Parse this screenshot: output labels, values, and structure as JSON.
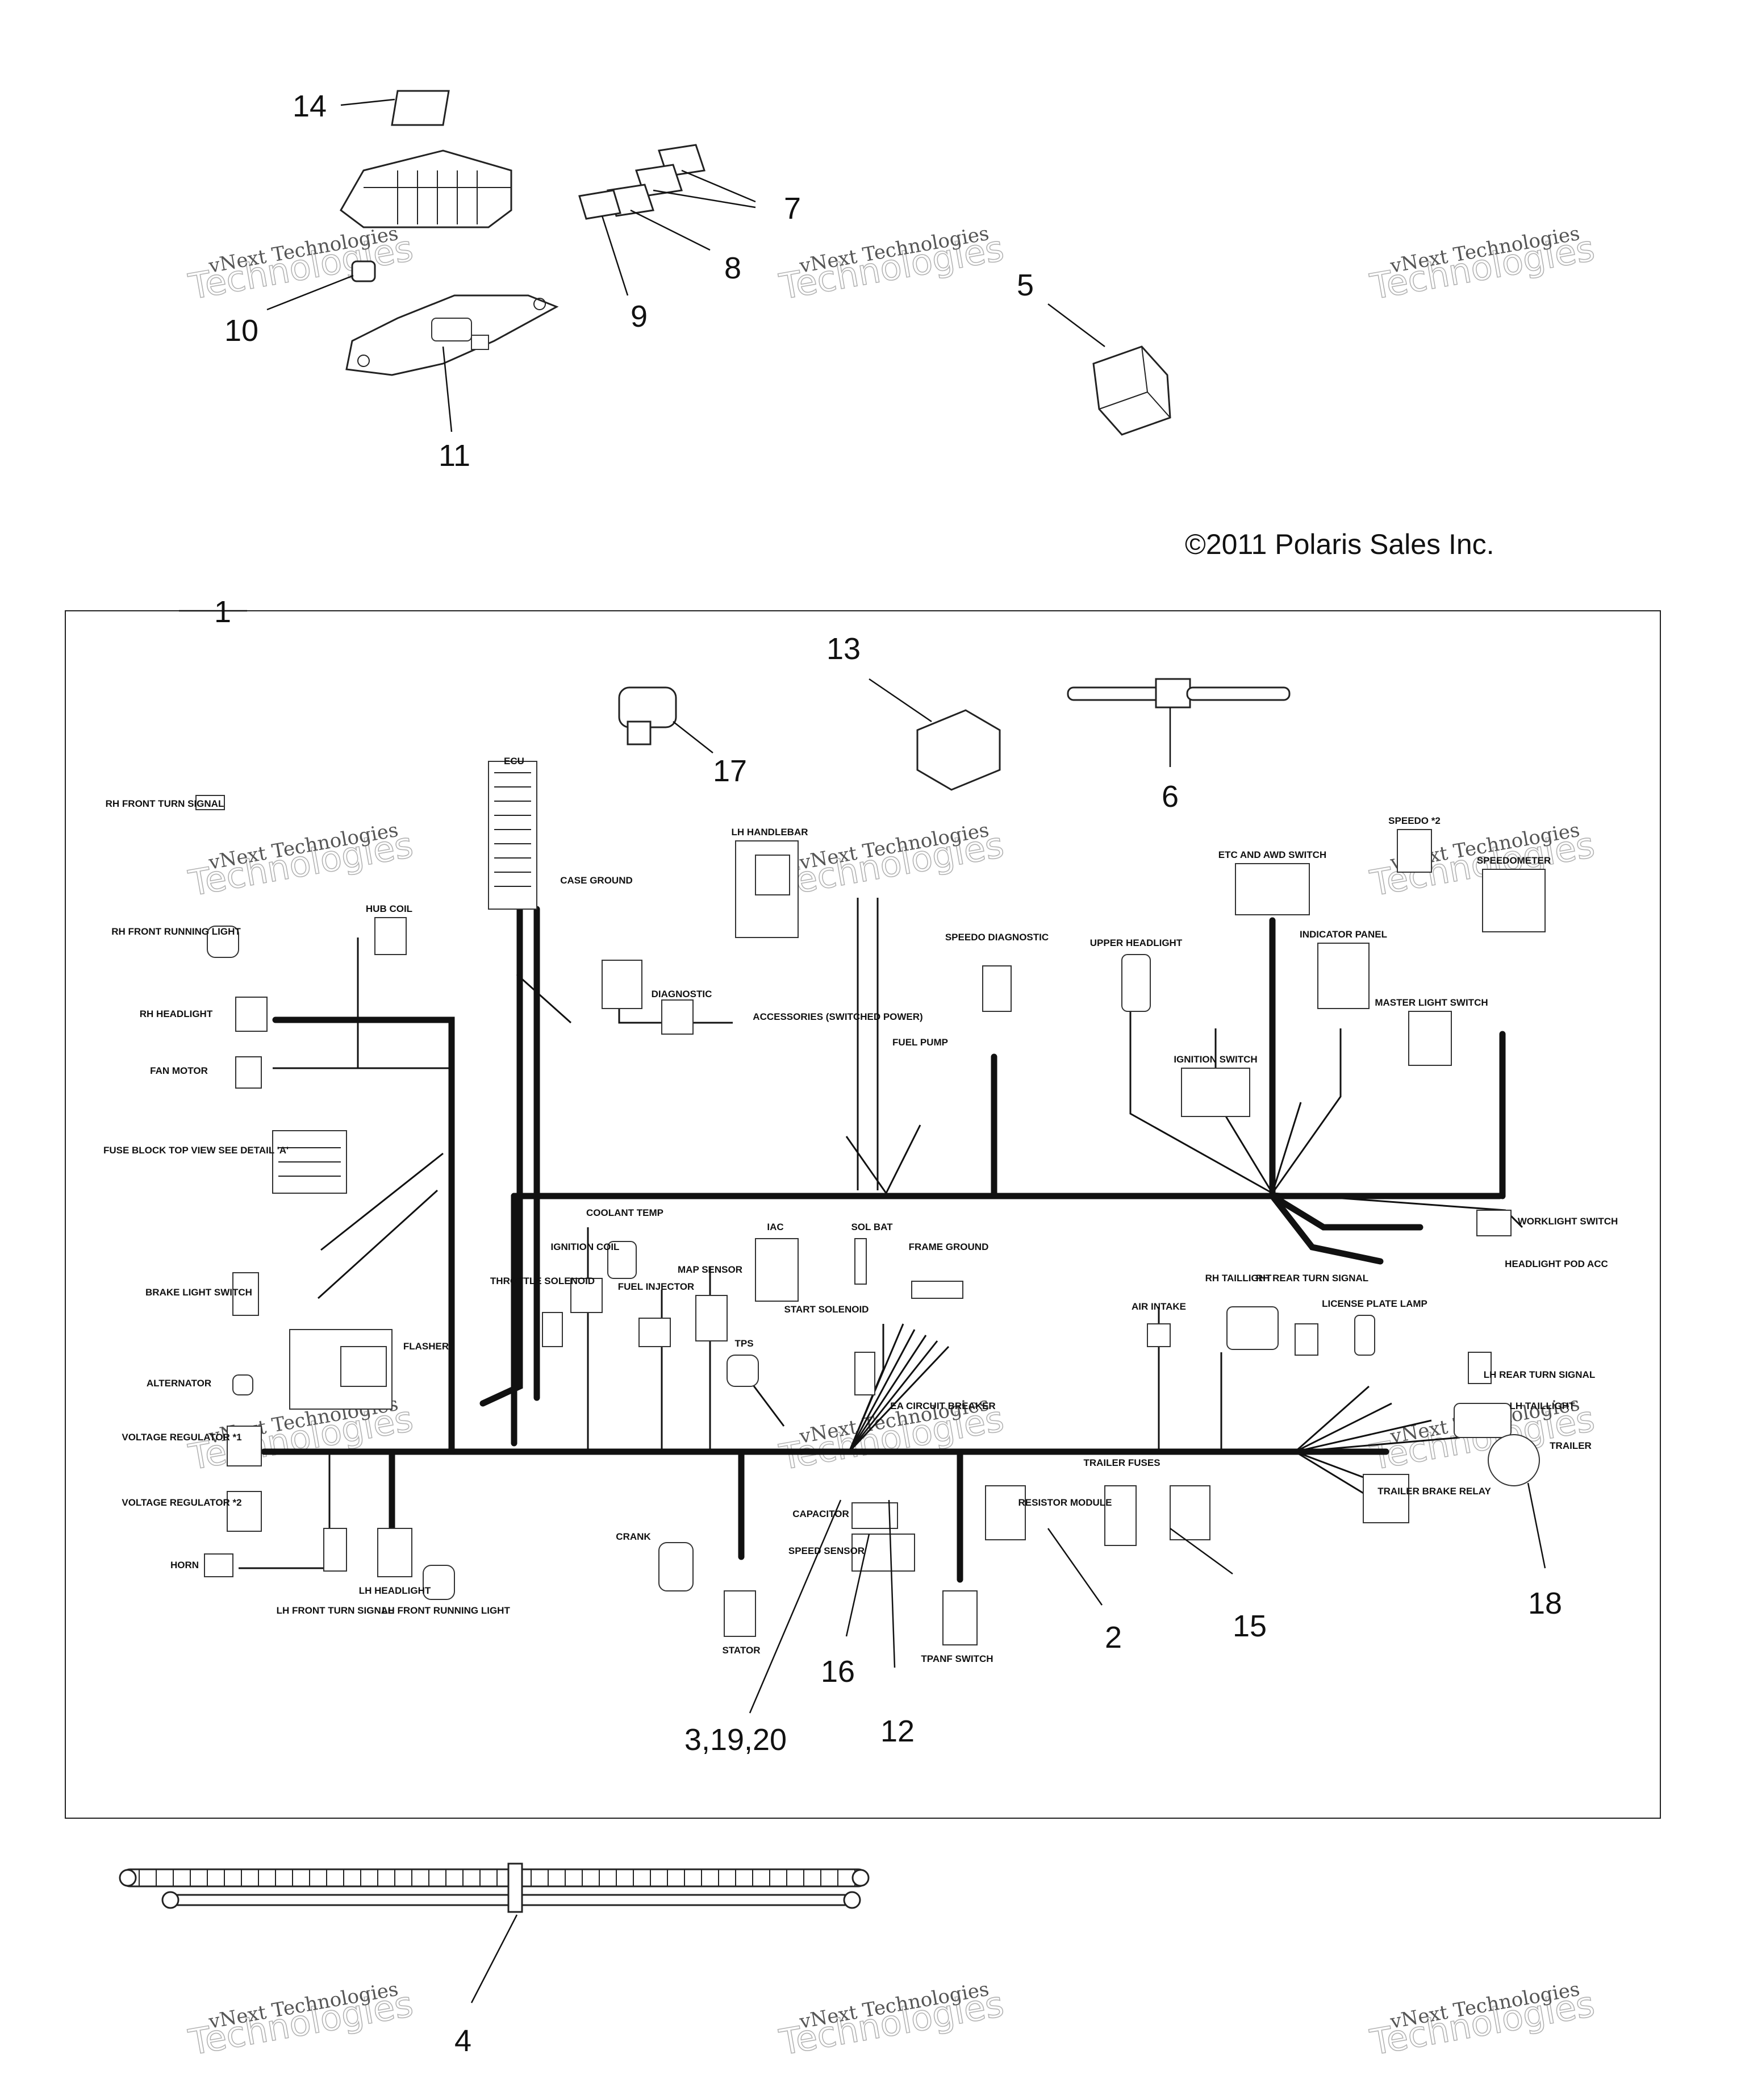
{
  "copyright": "©2011 Polaris Sales Inc.",
  "watermark": {
    "line1": "vNext Technologies",
    "line2": "Technologies"
  },
  "callouts": {
    "c1": "1",
    "c2": "2",
    "c3": "3,19,20",
    "c4": "4",
    "c5": "5",
    "c6": "6",
    "c7": "7",
    "c8": "8",
    "c9": "9",
    "c10": "10",
    "c11": "11",
    "c12": "12",
    "c13": "13",
    "c14": "14",
    "c15": "15",
    "c16": "16",
    "c17": "17",
    "c18": "18"
  },
  "labels": {
    "ecu": "ECU",
    "case_ground": "CASE GROUND",
    "hub_coil": "HUB COIL",
    "diagnostic": "DIAGNOSTIC",
    "lh_handlebar": "LH HANDLEBAR",
    "accessories": "ACCESSORIES (SWITCHED POWER)",
    "fuel_pump": "FUEL PUMP",
    "speedo_diagnostic": "SPEEDO DIAGNOSTIC",
    "upper_headlight": "UPPER HEADLIGHT",
    "etc_awd_switch": "ETC AND AWD SWITCH",
    "ignition_switch": "IGNITION SWITCH",
    "indicator_panel": "INDICATOR PANEL",
    "speedo_2": "SPEEDO *2",
    "speedometer": "SPEEDOMETER",
    "master_light_switch": "MASTER LIGHT SWITCH",
    "worklight_switch": "WORKLIGHT SWITCH",
    "headlight_pod_acc": "HEADLIGHT POD ACC",
    "rh_front_turn_signal": "RH FRONT TURN SIGNAL",
    "rh_front_running_light": "RH FRONT RUNNING LIGHT",
    "rh_headlight": "RH HEADLIGHT",
    "fan_motor": "FAN MOTOR",
    "fuse_block": "FUSE BLOCK TOP VIEW SEE DETAIL 'A'",
    "brake_light_switch": "BRAKE LIGHT SWITCH",
    "alternator": "ALTERNATOR",
    "voltage_regulator_1": "VOLTAGE REGULATOR *1",
    "voltage_regulator_2": "VOLTAGE REGULATOR *2",
    "horn": "HORN",
    "flasher": "FLASHER",
    "lh_front_turn_signal": "LH FRONT TURN SIGNAL",
    "lh_headlight": "LH HEADLIGHT",
    "lh_front_running_light": "LH FRONT RUNNING LIGHT",
    "coolant_temp": "COOLANT TEMP",
    "ignition_coil": "IGNITION COIL",
    "throttle_solenoid": "THROTTLE SOLENOID",
    "fuel_injector": "FUEL INJECTOR",
    "map_sensor": "MAP SENSOR",
    "iac": "IAC",
    "tps": "TPS",
    "sol_bat": "SOL BAT",
    "start_solenoid": "START SOLENOID",
    "frame_ground": "FRAME GROUND",
    "ea_circuit_breaker": "EA CIRCUIT BREAKER",
    "capacitor": "CAPACITOR",
    "crank": "CRANK",
    "stator": "STATOR",
    "speed_sensor": "SPEED SENSOR",
    "tpanf_switch": "TPANF SWITCH",
    "resistor_module": "RESISTOR MODULE",
    "trailer_fuses": "TRAILER FUSES",
    "air_intake": "AIR INTAKE",
    "rh_taillight": "RH TAILLIGHT",
    "rh_rear_turn_signal": "RH REAR TURN SIGNAL",
    "license_plate_lamp": "LICENSE PLATE LAMP",
    "lh_rear_turn_signal": "LH REAR TURN SIGNAL",
    "lh_taillight": "LH TAILLIGHT",
    "trailer": "TRAILER",
    "trailer_brake_relay": "TRAILER BRAKE RELAY"
  }
}
